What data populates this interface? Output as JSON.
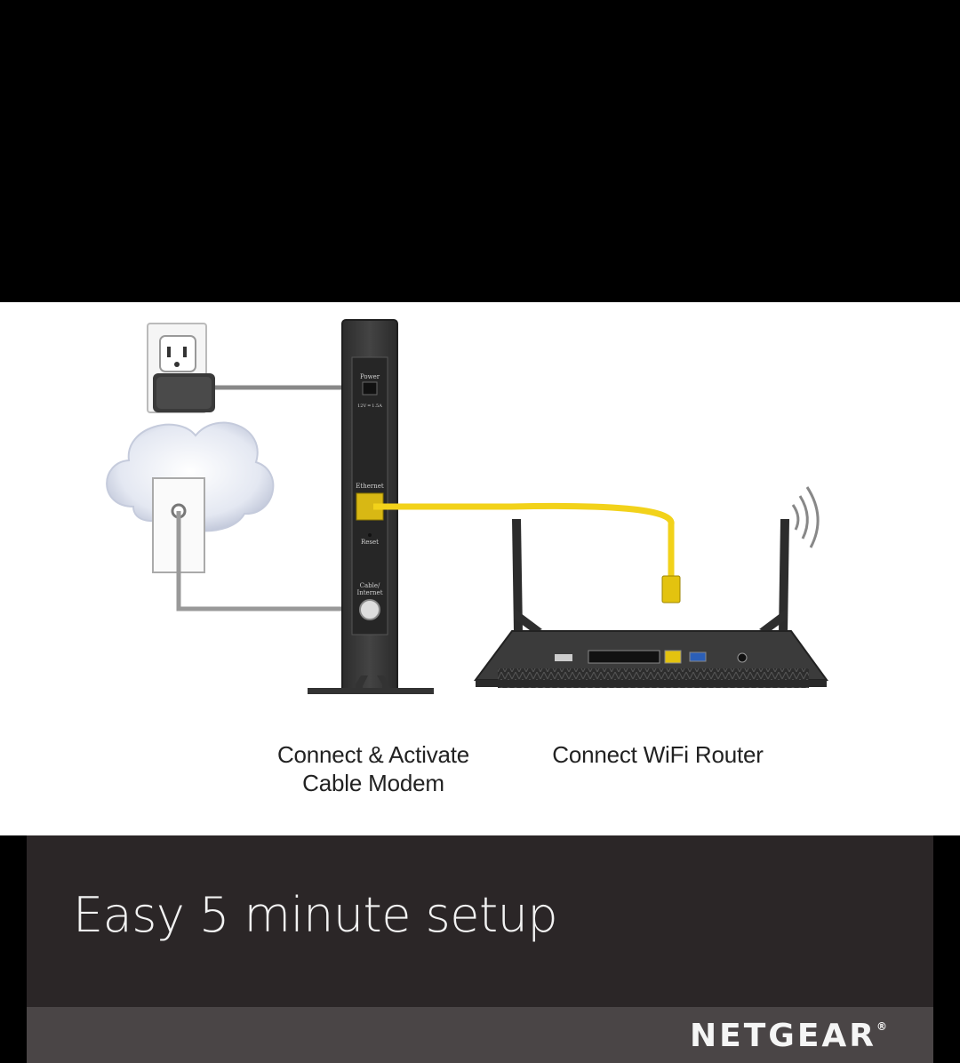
{
  "diagram": {
    "modem_labels": {
      "power": "Power",
      "power_rating": "12V ═ 1.5A",
      "ethernet": "Ethernet",
      "reset": "Reset",
      "cable_line1": "Cable/",
      "cable_line2": "Internet"
    },
    "cable_color": "#f2d21a",
    "captions": {
      "modem": "Connect & Activate Cable Modem",
      "router": "Connect WiFi Router"
    }
  },
  "banner": {
    "title": "Easy 5 minute setup",
    "background": "#2b2627"
  },
  "footer": {
    "brand": "NETGEAR",
    "registered_mark": "®",
    "background": "#4a4546"
  }
}
